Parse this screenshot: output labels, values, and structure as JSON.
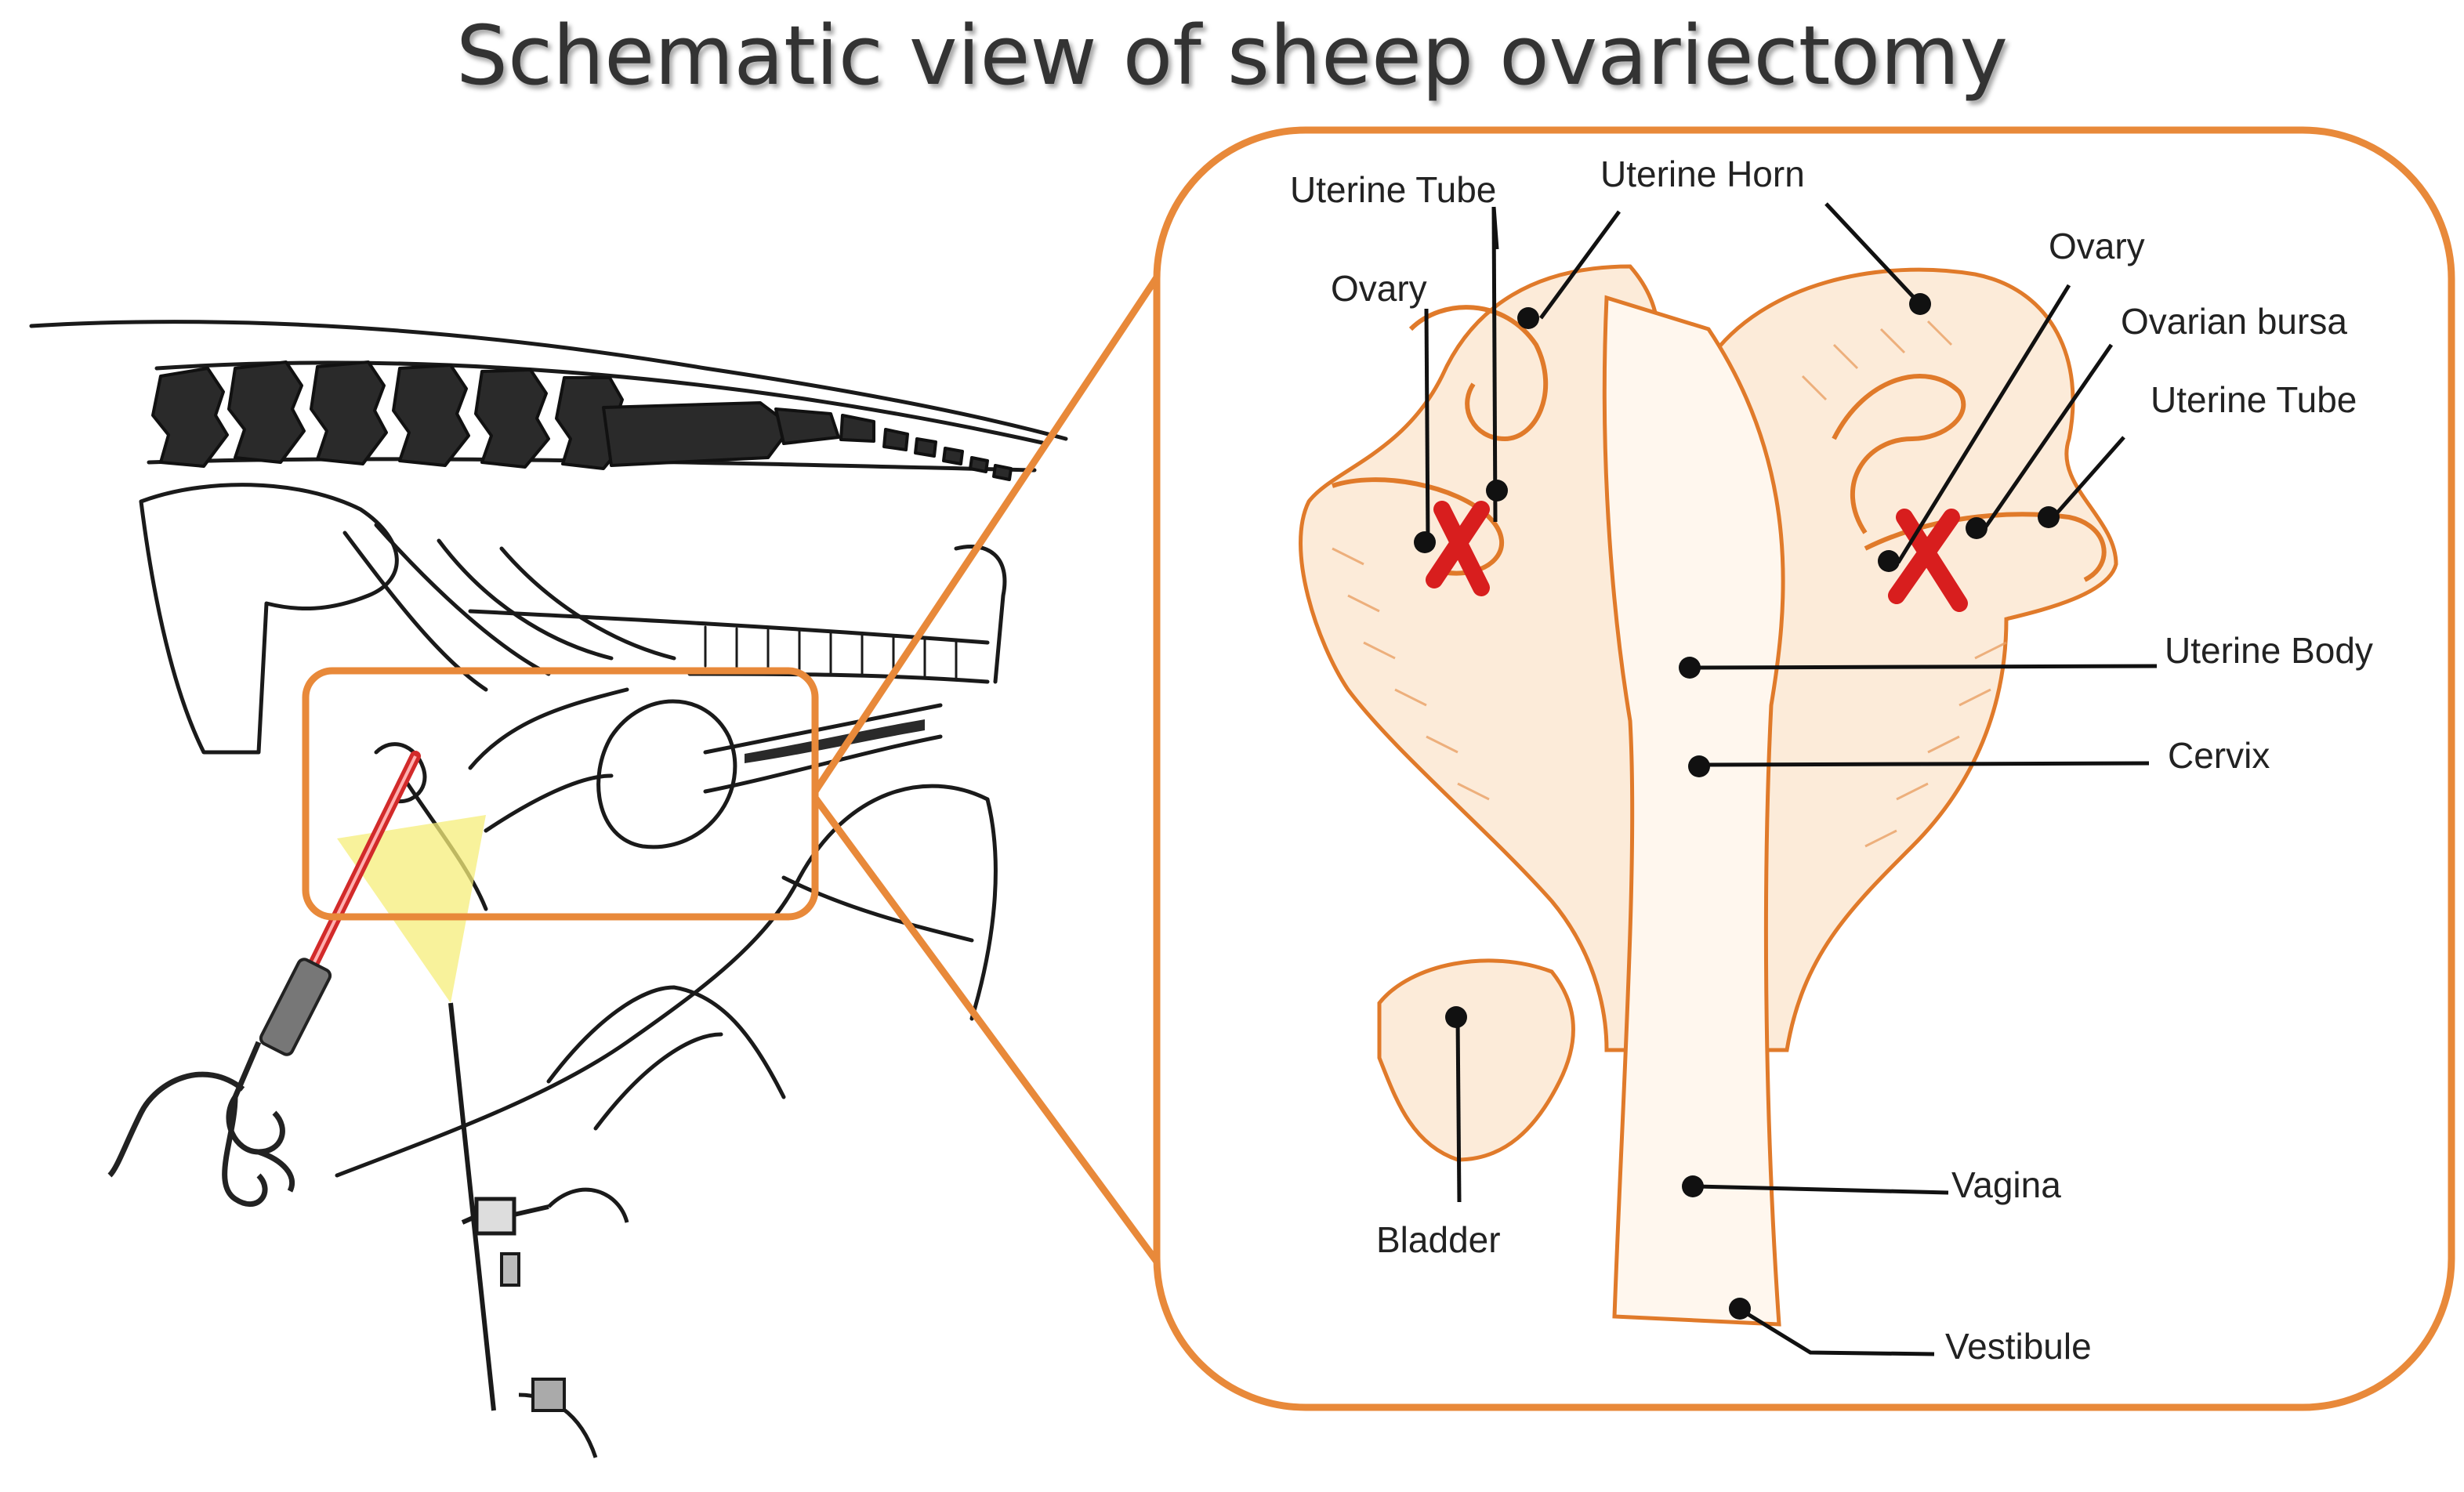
{
  "title": "Schematic view of sheep ovariectomy",
  "colors": {
    "frame": "#E8893A",
    "organ_fill": "#FCEBD9",
    "organ_line": "#E07A2A",
    "cross": "#D81E1E",
    "highlight": "#F5EE7A",
    "laser": "#D22A2A",
    "ink": "#222222"
  },
  "labels": {
    "uterine_tube_left": "Uterine Tube",
    "uterine_horn": "Uterine Horn",
    "ovary_left": "Ovary",
    "ovary_right": "Ovary",
    "ovarian_bursa": "Ovarian bursa",
    "uterine_tube_right": "Uterine Tube",
    "uterine_body": "Uterine Body",
    "cervix": "Cervix",
    "vagina": "Vagina",
    "bladder": "Bladder",
    "vestibule": "Vestibule"
  }
}
